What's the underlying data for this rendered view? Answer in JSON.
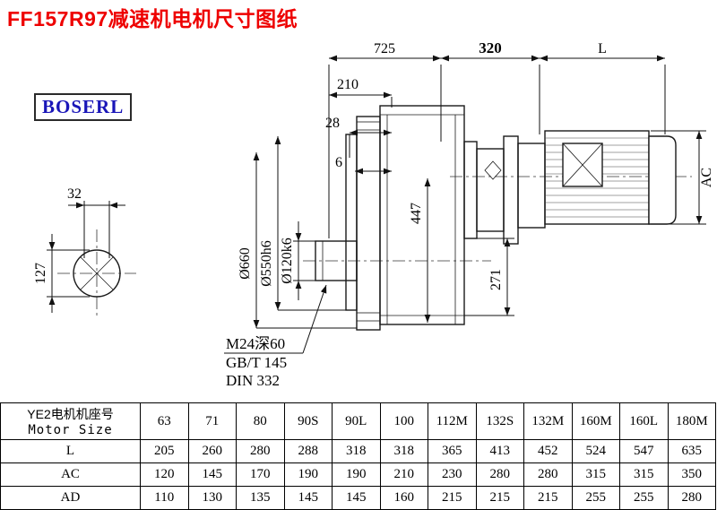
{
  "page": {
    "title": "FF157R97减速机电机尺寸图纸",
    "logo": "BOSERL"
  },
  "drawing": {
    "dim_725": "725",
    "dim_320": "320",
    "dim_L": "L",
    "dim_210": "210",
    "dim_28": "28",
    "dim_6": "6",
    "dim_32": "32",
    "dim_127": "127",
    "dim_d660": "Ø660",
    "dim_d550": "Ø550h6",
    "dim_d120": "Ø120k6",
    "dim_447": "447",
    "dim_271": "271",
    "dim_AC": "AC",
    "note_tap": "M24深60",
    "note_gbt": "GB/T 145",
    "note_din": "DIN 332"
  },
  "table": {
    "row_label_cn": "YE2电机机座号",
    "row_label_en": "Motor Size",
    "columns": [
      "63",
      "71",
      "80",
      "90S",
      "90L",
      "100",
      "112M",
      "132S",
      "132M",
      "160M",
      "160L",
      "180M"
    ],
    "rows": [
      {
        "label": "L",
        "values": [
          "205",
          "260",
          "280",
          "288",
          "318",
          "318",
          "365",
          "413",
          "452",
          "524",
          "547",
          "635"
        ]
      },
      {
        "label": "AC",
        "values": [
          "120",
          "145",
          "170",
          "190",
          "190",
          "210",
          "230",
          "280",
          "280",
          "315",
          "315",
          "350"
        ]
      },
      {
        "label": "AD",
        "values": [
          "110",
          "130",
          "135",
          "145",
          "145",
          "160",
          "215",
          "215",
          "215",
          "255",
          "255",
          "280"
        ]
      }
    ]
  }
}
